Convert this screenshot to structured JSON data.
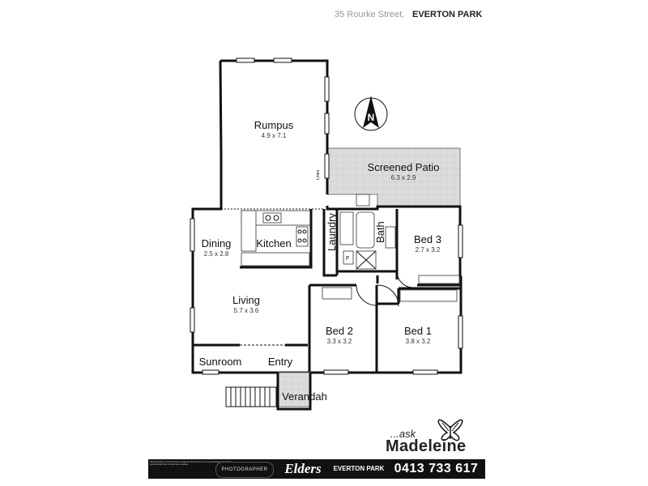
{
  "header": {
    "street": "35 Rourke Street,",
    "suburb": "EVERTON PARK"
  },
  "compass": {
    "label": "N",
    "icon": "north-arrow-icon"
  },
  "rooms": {
    "rumpus": {
      "name": "Rumpus",
      "dims": "4.9 x 7.1"
    },
    "patio": {
      "name": "Screened Patio",
      "dims": "6.3 x 2.9"
    },
    "dining": {
      "name": "Dining",
      "dims": "2.5 x 2.8"
    },
    "kitchen": {
      "name": "Kitchen"
    },
    "laundry": {
      "name": "Laundry"
    },
    "bath": {
      "name": "Bath"
    },
    "bed3": {
      "name": "Bed 3",
      "dims": "2.7 x 3.2"
    },
    "living": {
      "name": "Living",
      "dims": "5.7 x 3.6"
    },
    "bed2": {
      "name": "Bed 2",
      "dims": "3.3 x 3.2"
    },
    "bed1": {
      "name": "Bed 1",
      "dims": "3.8 x 3.2"
    },
    "sunroom": {
      "name": "Sunroom"
    },
    "entry": {
      "name": "Entry"
    },
    "verandah": {
      "name": "Verandah"
    }
  },
  "fixtures": {
    "linen": "Linen",
    "fridge": "F"
  },
  "agent": {
    "prefix": "...ask",
    "name": "Madeleine",
    "logo_icon": "butterfly-icon"
  },
  "footer": {
    "disclaimer": "All information on this brochure is believed accurate but it is not guaranteed. Interested parties should rely on their own enquiries.",
    "photographer": "PHOTOGRAPHER",
    "brand": "Elders",
    "suburb": "EVERTON PARK",
    "phone": "0413 733 617"
  },
  "colors": {
    "patio_fill": "#dcdcdc",
    "footer_bar": "#111111",
    "wall": "#111111"
  }
}
